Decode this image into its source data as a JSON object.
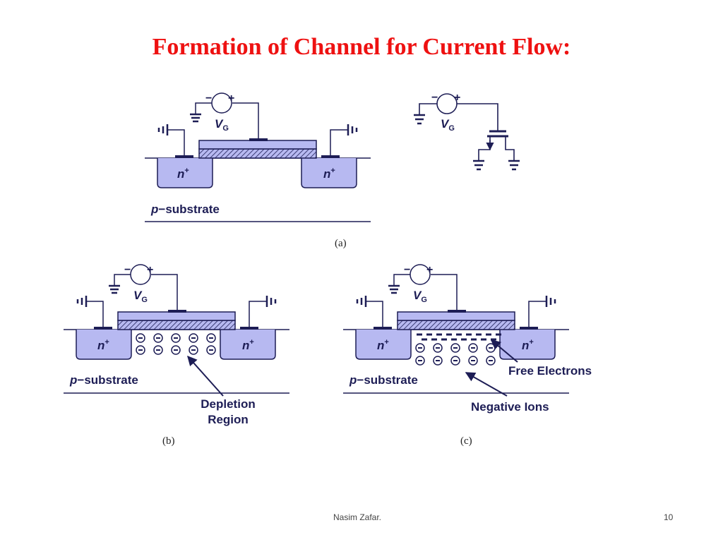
{
  "title": "Formation of Channel for Current Flow:",
  "colors": {
    "title": "#ee1111",
    "wire": "#1d1d55",
    "diffusion_fill": "#b7b9f1",
    "oxide_fill": "#b7b9f1"
  },
  "labels": {
    "vg_main": "V",
    "vg_sub": "G",
    "plus": "+",
    "minus": "−",
    "n_main": "n",
    "n_sup": "+",
    "substrate_p": "p",
    "substrate_rest": "−substrate",
    "depletion_line1": "Depletion",
    "depletion_line2": "Region",
    "free_electrons": "Free Electrons",
    "negative_ions": "Negative Ions",
    "ion_symbol": "−"
  },
  "captions": {
    "a": "(a)",
    "b": "(b)",
    "c": "(c)"
  },
  "footer": {
    "author": "Nasim Zafar.",
    "page": "10"
  }
}
